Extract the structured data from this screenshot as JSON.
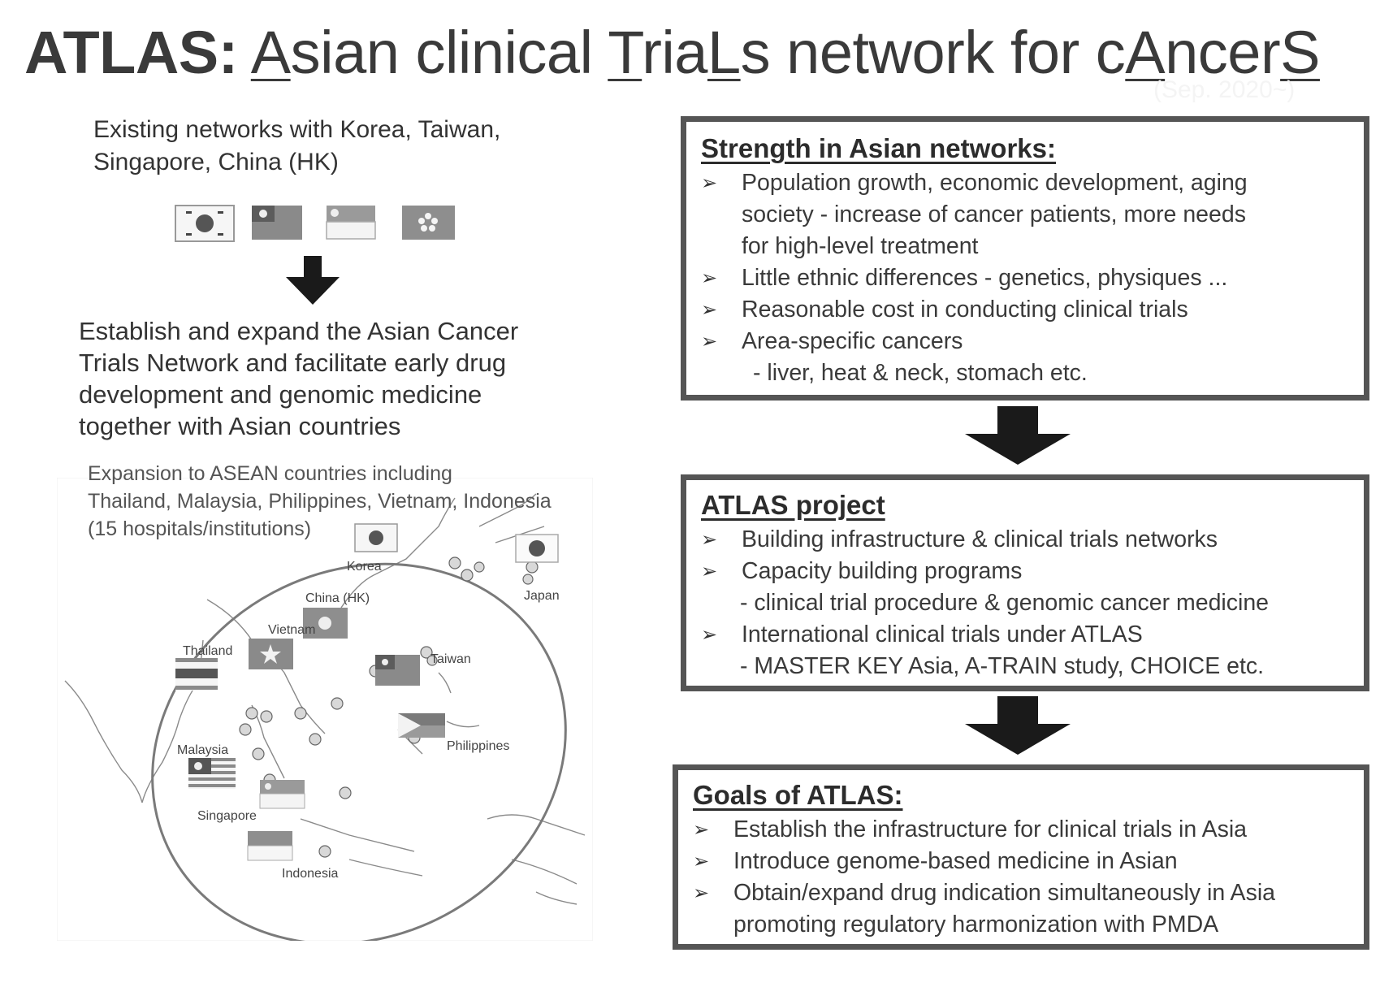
{
  "title": {
    "acronym": "ATLAS:",
    "segments": [
      {
        "text": "A",
        "u": true
      },
      {
        "text": "sian clinical ",
        "u": false
      },
      {
        "text": "T",
        "u": true
      },
      {
        "text": "ria",
        "u": false
      },
      {
        "text": "L",
        "u": true
      },
      {
        "text": "s network for c",
        "u": false
      },
      {
        "text": "A",
        "u": true
      },
      {
        "text": "ncer",
        "u": false
      },
      {
        "text": "S",
        "u": true
      }
    ],
    "date_note": "(Sep. 2020~)"
  },
  "left": {
    "intro_lines": [
      "Existing networks with Korea, Taiwan,",
      "Singapore, China (HK)"
    ],
    "expand_lines": [
      "Establish and expand the Asian Cancer",
      "Trials Network and facilitate early drug",
      "development and genomic medicine",
      "together with Asian countries"
    ],
    "map": {
      "caption_lines": [
        "Expansion to ASEAN countries including",
        "Thailand, Malaysia, Philippines, Vietnam, Indonesia",
        "(15 hospitals/institutions)"
      ],
      "labels": {
        "korea": "Korea",
        "japan": "Japan",
        "china_hk": "China (HK)",
        "taiwan": "Taiwan",
        "vietnam": "Vietnam",
        "thailand": "Thailand",
        "philippines": "Philippines",
        "malaysia": "Malaysia",
        "singapore": "Singapore",
        "indonesia": "Indonesia"
      }
    }
  },
  "strength": {
    "heading": "Strength in Asian networks:",
    "items": [
      {
        "text_lines": [
          "Population growth, economic development, aging",
          "society - increase of cancer patients, more needs",
          "for high-level treatment"
        ]
      },
      {
        "text_lines": [
          "Little ethnic differences - genetics, physiques ..."
        ]
      },
      {
        "text_lines": [
          "Reasonable cost in conducting clinical trials"
        ]
      },
      {
        "text_lines": [
          "Area-specific cancers"
        ],
        "sub": "- liver, heat & neck, stomach etc."
      }
    ]
  },
  "project": {
    "heading": "ATLAS project",
    "items": [
      {
        "text_lines": [
          "Building infrastructure & clinical trials networks"
        ]
      },
      {
        "text_lines": [
          "Capacity building programs"
        ],
        "sub": "- clinical trial procedure & genomic cancer medicine"
      },
      {
        "text_lines": [
          "International clinical trials under ATLAS"
        ],
        "sub": "- MASTER KEY Asia, A-TRAIN study, CHOICE etc."
      }
    ]
  },
  "goals": {
    "heading": "Goals of ATLAS:",
    "items": [
      {
        "text_lines": [
          "Establish the infrastructure for clinical trials in Asia"
        ]
      },
      {
        "text_lines": [
          "Introduce genome-based medicine in Asian"
        ]
      },
      {
        "text_lines": [
          "Obtain/expand drug indication simultaneously in Asia",
          "promoting regulatory harmonization with PMDA"
        ]
      }
    ]
  },
  "bullet_glyph": "➢",
  "colors": {
    "arrow": "#1a1a1a",
    "box_border": "#555555",
    "text": "#333333"
  }
}
